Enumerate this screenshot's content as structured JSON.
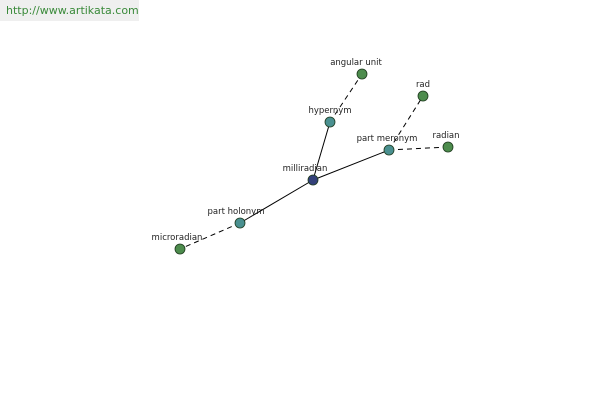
{
  "watermark": "http://www.artikata.com",
  "colors": {
    "center": "#33407a",
    "relation": "#4a9090",
    "leaf": "#4d8c4d"
  },
  "graph": {
    "nodes": [
      {
        "id": "milliradian",
        "label": "milliradian",
        "kind": "center"
      },
      {
        "id": "hypernym",
        "label": "hypernym",
        "kind": "relation"
      },
      {
        "id": "part-meronym",
        "label": "part meronym",
        "kind": "relation"
      },
      {
        "id": "part-holonym",
        "label": "part holonym",
        "kind": "relation"
      },
      {
        "id": "angular-unit",
        "label": "angular unit",
        "kind": "leaf"
      },
      {
        "id": "rad",
        "label": "rad",
        "kind": "leaf"
      },
      {
        "id": "radian",
        "label": "radian",
        "kind": "leaf"
      },
      {
        "id": "microradian",
        "label": "microradian",
        "kind": "leaf"
      }
    ],
    "edges": [
      {
        "from": "milliradian",
        "to": "hypernym",
        "style": "solid"
      },
      {
        "from": "milliradian",
        "to": "part-meronym",
        "style": "solid"
      },
      {
        "from": "milliradian",
        "to": "part-holonym",
        "style": "solid"
      },
      {
        "from": "hypernym",
        "to": "angular-unit",
        "style": "dashed"
      },
      {
        "from": "part-meronym",
        "to": "rad",
        "style": "dashed"
      },
      {
        "from": "part-meronym",
        "to": "radian",
        "style": "dashed"
      },
      {
        "from": "part-holonym",
        "to": "microradian",
        "style": "dashed"
      }
    ]
  }
}
